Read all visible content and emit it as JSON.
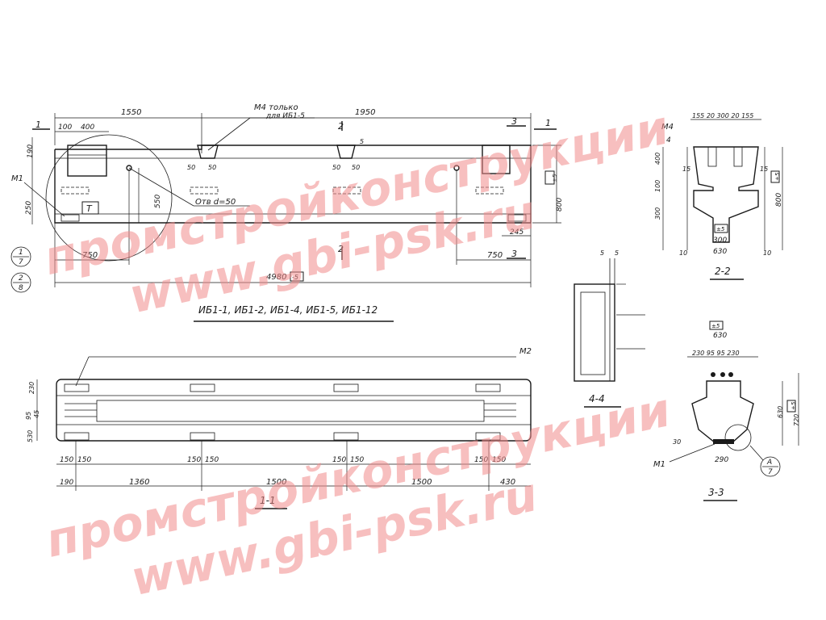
{
  "watermark": {
    "brand": "промстройконструкции",
    "site": "www.gbi-psk.ru"
  },
  "colors": {
    "ink": "#1a1a1a",
    "watermark": "#f08a8a"
  },
  "top_view": {
    "dims": {
      "d1550": "1550",
      "d1950": "1950",
      "d100": "100",
      "d400": "400",
      "d190": "190",
      "d250": "250",
      "d550": "550",
      "d750": "750",
      "d4980": "4980",
      "d800": "800",
      "d245": "245",
      "d750r": "750",
      "d50a": "50",
      "d50b": "50",
      "d50c": "50",
      "d50d": "50",
      "d5": "5"
    },
    "tol_4980": "-5",
    "tol_800": "±5",
    "hole_note": "Отв d=50",
    "m4_note_1": "М4 только",
    "m4_note_2": "для ИБ1-5",
    "m1": "М1",
    "t_mark": "Т",
    "sec1": "1",
    "sec1b": "1",
    "sec2": "2",
    "sec2b": "2",
    "sec3": "3",
    "sec3b": "3",
    "node1_num": "1",
    "node1_den": "7",
    "node2_num": "2",
    "node2_den": "8"
  },
  "marks_title": "ИБ1-1, ИБ1-2, ИБ1-4, ИБ1-5, ИБ1-12",
  "plan_view": {
    "m2": "М2",
    "dims": {
      "d230": "230",
      "d530": "530",
      "d95": "95",
      "d45": "45",
      "d150a": "150",
      "d150b": "150",
      "d150c": "150",
      "d150d": "150",
      "d150e": "150",
      "d150f": "150",
      "d150g": "150",
      "d150h": "150",
      "d190": "190",
      "d1360": "1360",
      "d1500a": "1500",
      "d1500b": "1500",
      "d430": "430"
    },
    "caption": "1-1"
  },
  "section_44": {
    "d5a": "5",
    "d5b": "5",
    "caption": "4-4"
  },
  "section_22": {
    "m4": "М4",
    "top_dims": "155 20 300 20 155",
    "d4": "4",
    "d15a": "15",
    "d15b": "15",
    "d400": "400",
    "d100": "100",
    "d300": "300",
    "d800": "800",
    "tol800": "±5",
    "d300b": "300",
    "tol300": "±5",
    "d630": "630",
    "d10a": "10",
    "d10b": "10",
    "caption": "2-2"
  },
  "section_33": {
    "tol630": "±5",
    "d630": "630",
    "top_dims": "230 95 95 230",
    "d630v": "630",
    "d720": "720",
    "tol720": "±5",
    "d30": "30",
    "d290": "290",
    "m1": "М1",
    "nodeA_num": "А",
    "nodeA_den": "7",
    "caption": "3-3"
  }
}
